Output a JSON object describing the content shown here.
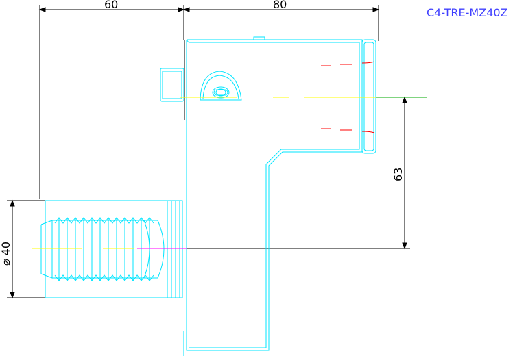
{
  "part_code": "C4-TRE-MZ40Z",
  "dimensions": {
    "width_left": "60",
    "width_right": "80",
    "height_center": "63",
    "shank_diameter": "⌀ 40"
  },
  "colors": {
    "outline": "#00e5ff",
    "dimension": "#000000",
    "centerline": "#ffff00",
    "hidden_red": "#ff0000",
    "magenta": "#ff00ff",
    "green": "#00aa00",
    "title": "#4040ff"
  }
}
